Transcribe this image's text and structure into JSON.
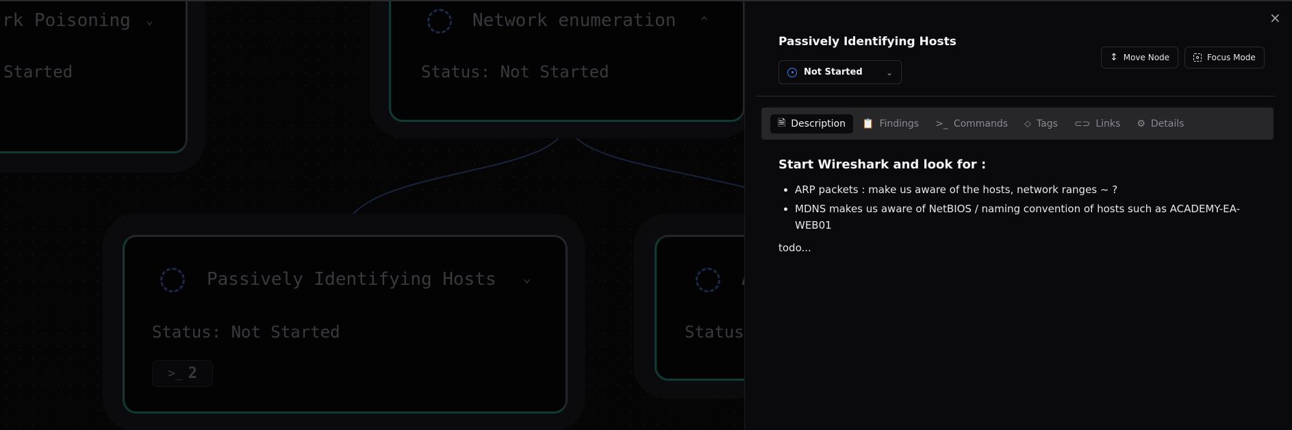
{
  "canvas": {
    "nodes": [
      {
        "title": "rk Poisoning",
        "status": "Started",
        "chevron": "chevron-down"
      },
      {
        "title": "Network enumeration",
        "status": "Status: Not Started",
        "chevron": "chevron-up"
      },
      {
        "title": "Passively Identifying Hosts",
        "status": "Status: Not Started",
        "chevron": "chevron-down",
        "commands_count": "2"
      },
      {
        "title": "A",
        "status": "Status"
      }
    ]
  },
  "panel": {
    "title": "Passively Identifying Hosts",
    "status_select": "Not Started",
    "move_node": "Move Node",
    "focus_mode": "Focus Mode",
    "close": "×",
    "tabs": [
      {
        "label": "Description",
        "icon": "file-text",
        "active": true
      },
      {
        "label": "Findings",
        "icon": "clipboard-check"
      },
      {
        "label": "Commands",
        "icon": "terminal"
      },
      {
        "label": "Tags",
        "icon": "tags"
      },
      {
        "label": "Links",
        "icon": "link"
      },
      {
        "label": "Details",
        "icon": "gear"
      }
    ],
    "content": {
      "heading": "Start Wireshark and look for :",
      "bullets": [
        "ARP packets : make us aware of the hosts, network ranges ~ ?",
        "MDNS makes us aware of NetBIOS / naming convention of hosts such as ACADEMY-EA-WEB01"
      ],
      "footer": "todo..."
    }
  },
  "colors": {
    "accent": "#3b82f6",
    "tab_bar": "#27272a",
    "edge": "#1b2a4a",
    "node_border": "#0f3b36"
  }
}
